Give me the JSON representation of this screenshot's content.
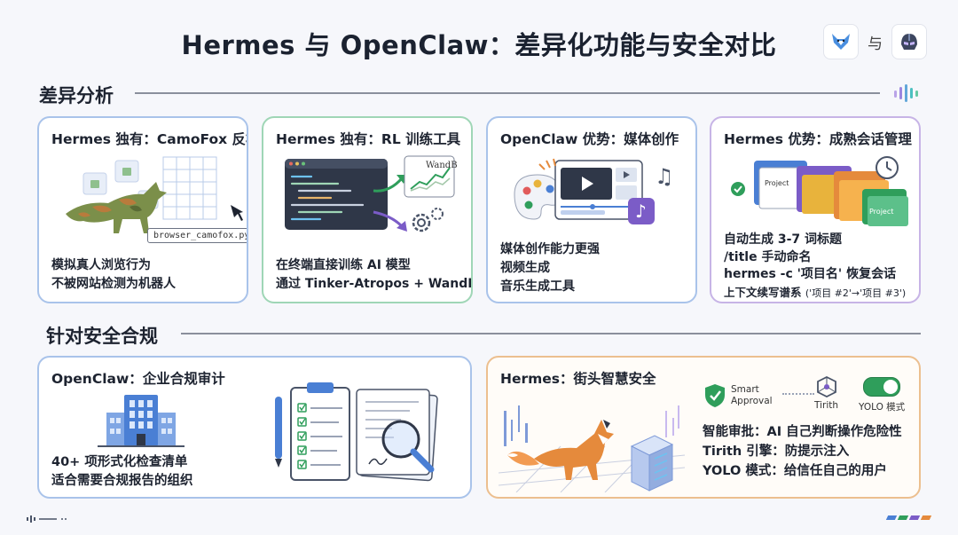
{
  "title": "Hermes 与 OpenClaw：差异化功能与安全对比",
  "logos": {
    "left_icon": "fox-logo-icon",
    "separator": "与",
    "right_icon": "helmet-logo-icon"
  },
  "sections": {
    "diff": "差异分析",
    "security": "针对安全合规"
  },
  "cards": [
    {
      "title": "Hermes 独有：CamoFox 反检测",
      "tag": "browser_camofox.py",
      "lines": [
        "模拟真人浏览行为",
        "不被网站检测为机器人"
      ],
      "accent": "#a9c3ea"
    },
    {
      "title": "Hermes 独有：RL 训练工具",
      "tag": "WandB",
      "lines": [
        "在终端直接训练 AI 模型",
        "通过 Tinker-Atropos + WandB"
      ],
      "accent": "#9fd6b6"
    },
    {
      "title": "OpenClaw 优势：媒体创作",
      "lines": [
        "媒体创作能力更强",
        "视频生成",
        "音乐生成工具"
      ],
      "accent": "#a9c3ea"
    },
    {
      "title": "Hermes 优势：成熟会话管理",
      "folder_labels": [
        "Project",
        "Project"
      ],
      "lines": [
        "自动生成 3-7 词标题",
        "/title 手动命名",
        "hermes -c '项目名' 恢复会话"
      ],
      "lines_small_prefix": "上下文续写谱系",
      "lines_small_suffix": "('项目 #2'→'项目 #3')",
      "accent": "#c7b4e6"
    }
  ],
  "security_cards": [
    {
      "title": "OpenClaw：企业合规审计",
      "lines": [
        "40+ 项形式化检查清单",
        "适合需要合规报告的组织"
      ],
      "accent": "#a9c3ea"
    },
    {
      "title": "Hermes：街头智慧安全",
      "badges": {
        "smart_approval": "Smart\nApproval",
        "tirith": "Tirith",
        "yolo": "YOLO 模式"
      },
      "lines": [
        "智能审批：AI 自己判断操作危险性",
        "Tirith 引擎：防提示注入",
        "YOLO 模式：给信任自己的用户"
      ],
      "accent": "#ecbf8f"
    }
  ],
  "colors": {
    "blue": "#4a7fd4",
    "green": "#2f9e5b",
    "orange": "#e58a3c",
    "purple": "#7b5cc7"
  }
}
